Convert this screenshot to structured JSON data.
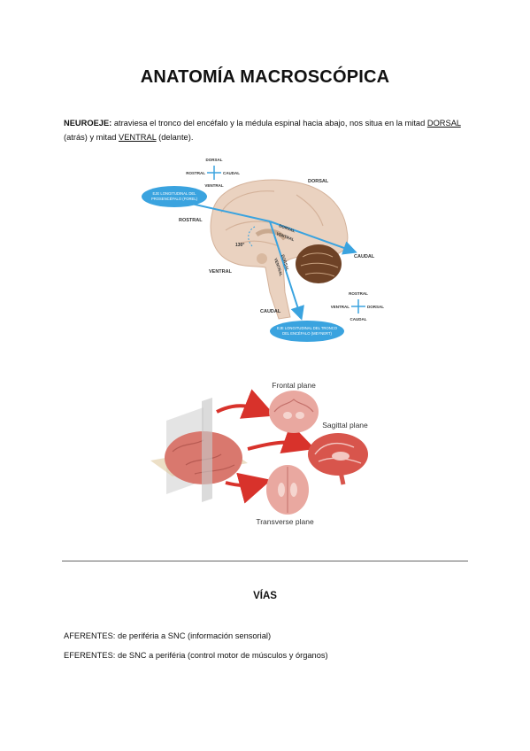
{
  "title": "ANATOMÍA MACROSCÓPICA",
  "intro": {
    "term": "NEUROEJE:",
    "text1": " atraviesa el tronco del encéfalo y la médula espinal hacia abajo, nos situa en la mitad ",
    "dorsal": "DORSAL",
    "text2": " (atrás) y mitad ",
    "ventral": "VENTRAL",
    "text3": " (delante)."
  },
  "figure1": {
    "compass_top": {
      "up": "DORSAL",
      "left": "ROSTRAL",
      "right": "CAUDAL",
      "down": "VENTRAL"
    },
    "compass_bottom": {
      "up": "ROSTRAL",
      "left": "VENTRAL",
      "right": "DORSAL",
      "down": "CAUDAL"
    },
    "bubble_top": [
      "EJE LONGITUDINAL DEL",
      "PROSENCÉFALO (FOREL)"
    ],
    "bubble_bottom": [
      "EJE LONGITUDINAL DEL TRONCO",
      "DEL ENCÉFALO (MEYNERT)"
    ],
    "labels": {
      "dorsal": "DORSAL",
      "rostral": "ROSTRAL",
      "caudal_right": "CAUDAL",
      "ventral": "VENTRAL",
      "caudal_bottom": "CAUDAL",
      "angle": "130°",
      "axis_dorsal": "DORSAL",
      "axis_ventral": "VENTRAL",
      "stem_dorsal": "DORSAL",
      "stem_ventral": "VENTRAL"
    },
    "colors": {
      "accent": "#3aa3df",
      "brain": "#e8c7b0",
      "cerebellum": "#7a4a2c"
    }
  },
  "figure2": {
    "frontal": "Frontal plane",
    "sagittal": "Sagittal plane",
    "transverse": "Transverse plane",
    "colors": {
      "arrow": "#d8322b",
      "brain": "#e07a74"
    }
  },
  "section": {
    "title": "VÍAS",
    "afferent": "AFERENTES: de periféria a SNC (información sensorial)",
    "efferent": "EFERENTES: de SNC a periféria (control motor de músculos y órganos)"
  }
}
